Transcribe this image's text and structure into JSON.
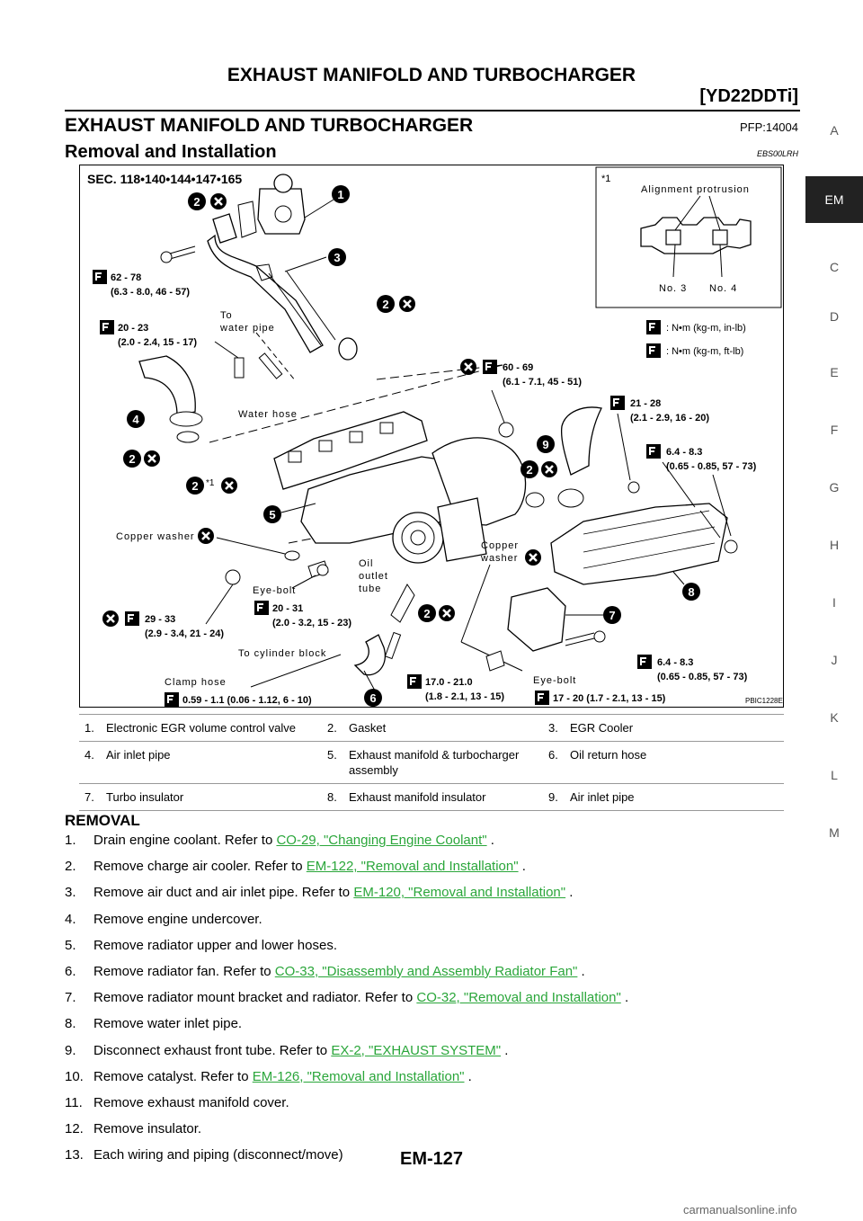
{
  "header": {
    "title": "EXHAUST MANIFOLD AND TURBOCHARGER",
    "model": "[YD22DDTi]"
  },
  "section": {
    "title": "EXHAUST MANIFOLD AND TURBOCHARGER",
    "pfp": "PFP:14004"
  },
  "subsection": {
    "title": "Removal and Installation",
    "code": "EBS00LRH"
  },
  "sidebar": [
    "A",
    "EM",
    "C",
    "D",
    "E",
    "F",
    "G",
    "H",
    "I",
    "J",
    "K",
    "L",
    "M"
  ],
  "figure": {
    "sec": "SEC. 118•140•144•147•165",
    "inset_mark": "*1",
    "inset_title": "Alignment protrusion",
    "inset_no3": "No. 3",
    "inset_no4": "No. 4",
    "legend_nm_in": ": N•m (kg-m, in-lb)",
    "legend_nm_ft": ": N•m (kg-m, ft-lb)",
    "t1a": "62 - 78",
    "t1b": "(6.3 - 8.0, 46 - 57)",
    "t2a": "20 - 23",
    "t2b": "(2.0 - 2.4, 15 - 17)",
    "to_water_pipe_1": "To",
    "to_water_pipe_2": "water pipe",
    "water_hose": "Water hose",
    "t3a": "60 - 69",
    "t3b": "(6.1 - 7.1, 45 - 51)",
    "t4a": "21 - 28",
    "t4b": "(2.1 - 2.9, 16 - 20)",
    "t5a": "6.4 - 8.3",
    "t5b": "(0.65 - 0.85, 57 - 73)",
    "star1": "*1",
    "copper_washer": "Copper washer",
    "copper_washer2a": "Copper",
    "copper_washer2b": "washer",
    "oil1": "Oil",
    "oil2": "outlet",
    "oil3": "tube",
    "eye_bolt": "Eye-bolt",
    "t6a": "20 - 31",
    "t6b": "(2.0 - 3.2, 15 - 23)",
    "t7a": "29 - 33",
    "t7b": "(2.9 - 3.4, 21 - 24)",
    "to_cyl": "To cylinder block",
    "clamp_hose": "Clamp hose",
    "t8": "0.59 - 1.1 (0.06 - 1.12, 6 - 10)",
    "t9a": "17.0 - 21.0",
    "t9b": "(1.8 - 2.1, 13 - 15)",
    "eye_bolt2": "Eye-bolt",
    "t10": "17 - 20 (1.7 - 2.1, 13 - 15)",
    "t11a": "6.4 - 8.3",
    "t11b": "(0.65 - 0.85, 57 - 73)",
    "code": "PBIC1228E",
    "c1": "1",
    "c2": "2",
    "c3": "3",
    "c4": "4",
    "c5": "5",
    "c6": "6",
    "c7": "7",
    "c8": "8",
    "c9": "9"
  },
  "parts": [
    [
      "1.",
      "Electronic EGR volume control valve",
      "2.",
      "Gasket",
      "3.",
      "EGR Cooler"
    ],
    [
      "4.",
      "Air inlet pipe",
      "5.",
      "Exhaust manifold & turbocharger assembly",
      "6.",
      "Oil return hose"
    ],
    [
      "7.",
      "Turbo insulator",
      "8.",
      "Exhaust manifold insulator",
      "9.",
      "Air inlet pipe"
    ]
  ],
  "removal": {
    "heading": "REMOVAL",
    "steps": [
      {
        "n": "1.",
        "text": "Drain engine coolant. Refer to ",
        "link": "CO-29, \"Changing Engine Coolant\"",
        "end": " ."
      },
      {
        "n": "2.",
        "text": "Remove charge air cooler. Refer to ",
        "link": "EM-122, \"Removal and Installation\"",
        "end": " ."
      },
      {
        "n": "3.",
        "text": "Remove air duct and air inlet pipe. Refer to ",
        "link": "EM-120, \"Removal and Installation\"",
        "end": " ."
      },
      {
        "n": "4.",
        "text": "Remove engine undercover.",
        "link": "",
        "end": ""
      },
      {
        "n": "5.",
        "text": "Remove radiator upper and lower hoses.",
        "link": "",
        "end": ""
      },
      {
        "n": "6.",
        "text": "Remove radiator fan. Refer to ",
        "link": "CO-33, \"Disassembly and Assembly Radiator Fan\"",
        "end": " ."
      },
      {
        "n": "7.",
        "text": "Remove radiator mount bracket and radiator. Refer to ",
        "link": "CO-32, \"Removal and Installation\"",
        "end": " ."
      },
      {
        "n": "8.",
        "text": "Remove water inlet pipe.",
        "link": "",
        "end": ""
      },
      {
        "n": "9.",
        "text": "Disconnect exhaust front tube. Refer to ",
        "link": "EX-2, \"EXHAUST SYSTEM\"",
        "end": " ."
      },
      {
        "n": "10.",
        "text": "Remove catalyst. Refer to ",
        "link": "EM-126, \"Removal and Installation\"",
        "end": " ."
      },
      {
        "n": "11.",
        "text": "Remove exhaust manifold cover.",
        "link": "",
        "end": ""
      },
      {
        "n": "12.",
        "text": "Remove insulator.",
        "link": "",
        "end": ""
      },
      {
        "n": "13.",
        "text": "Each wiring and piping (disconnect/move)",
        "link": "",
        "end": ""
      }
    ]
  },
  "footer": {
    "page": "EM-127"
  },
  "watermark": "carmanualsonline.info"
}
